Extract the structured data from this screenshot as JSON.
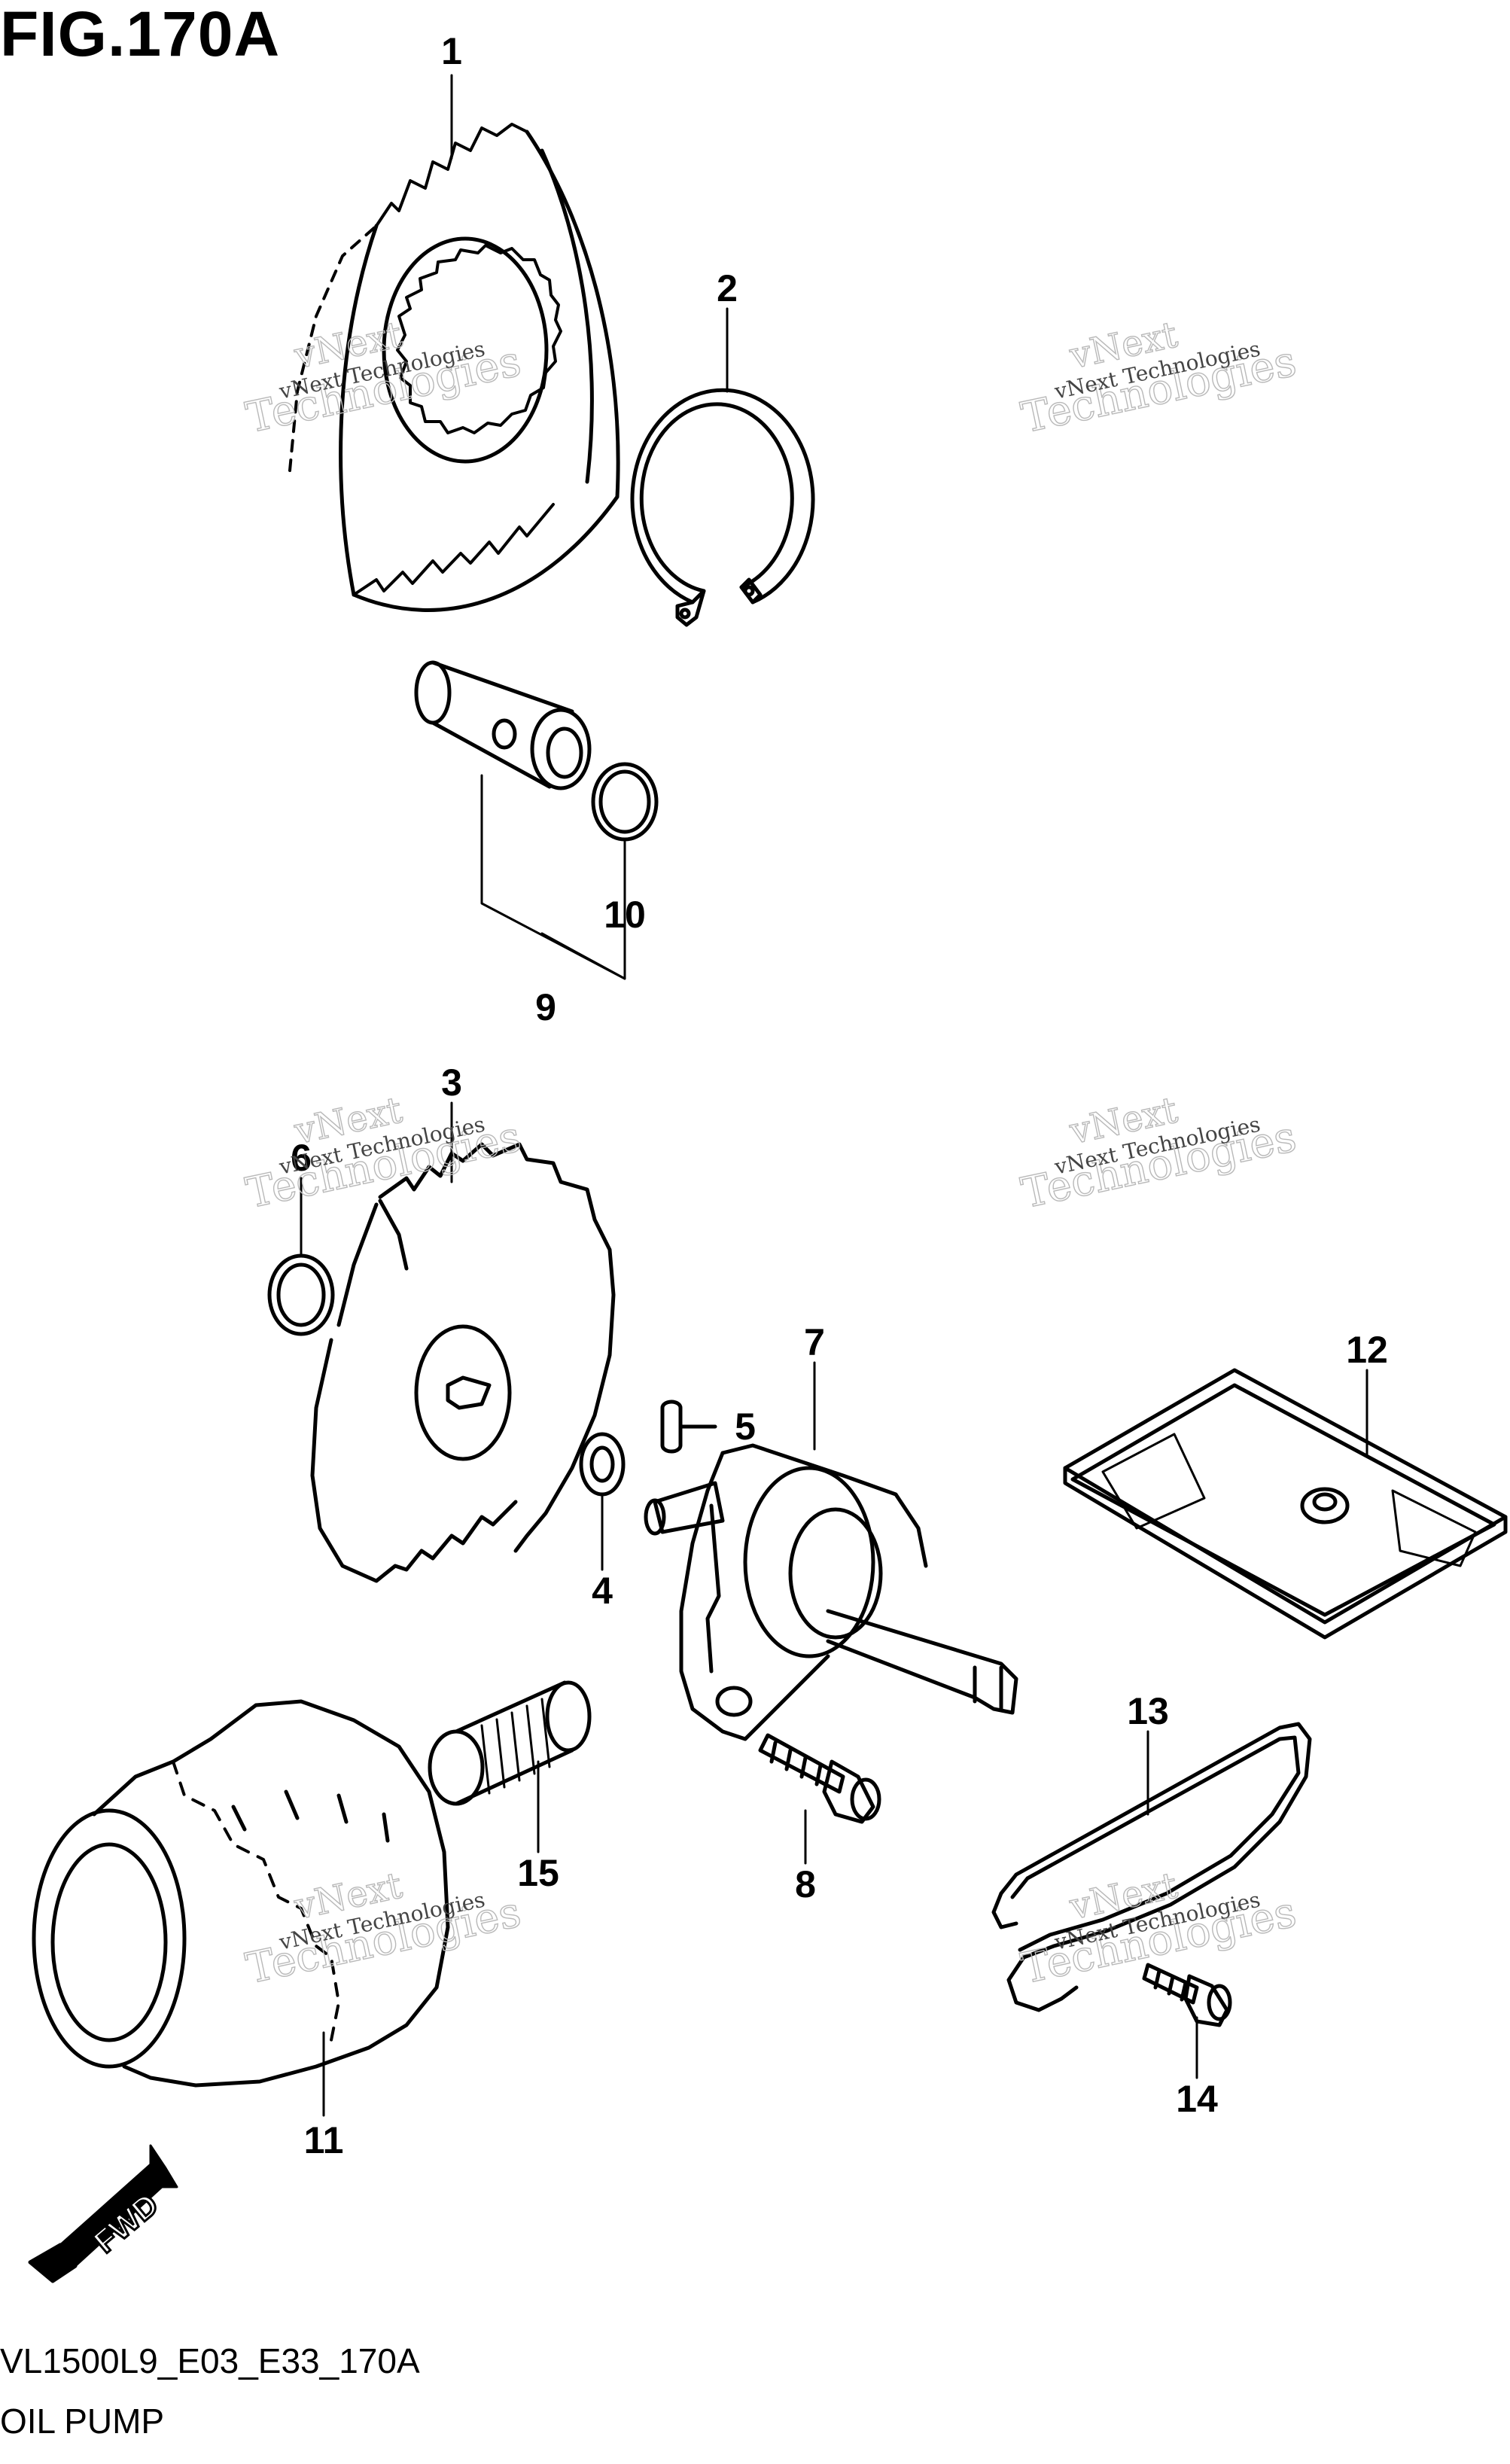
{
  "title": "FIG.170A",
  "diagram_code": "VL1500L9_E03_E33_170A",
  "diagram_name": "OIL PUMP",
  "watermark": {
    "line1": "vNext",
    "line2": "Technologies",
    "small": "vNext Technologies"
  },
  "direction_label": "FWD",
  "callouts": [
    "1",
    "2",
    "3",
    "4",
    "5",
    "6",
    "7",
    "8",
    "9",
    "10",
    "11",
    "12",
    "13",
    "14",
    "15"
  ],
  "colors": {
    "ink": "#000000",
    "watermark": "#b9b9b9",
    "background": "#ffffff"
  }
}
